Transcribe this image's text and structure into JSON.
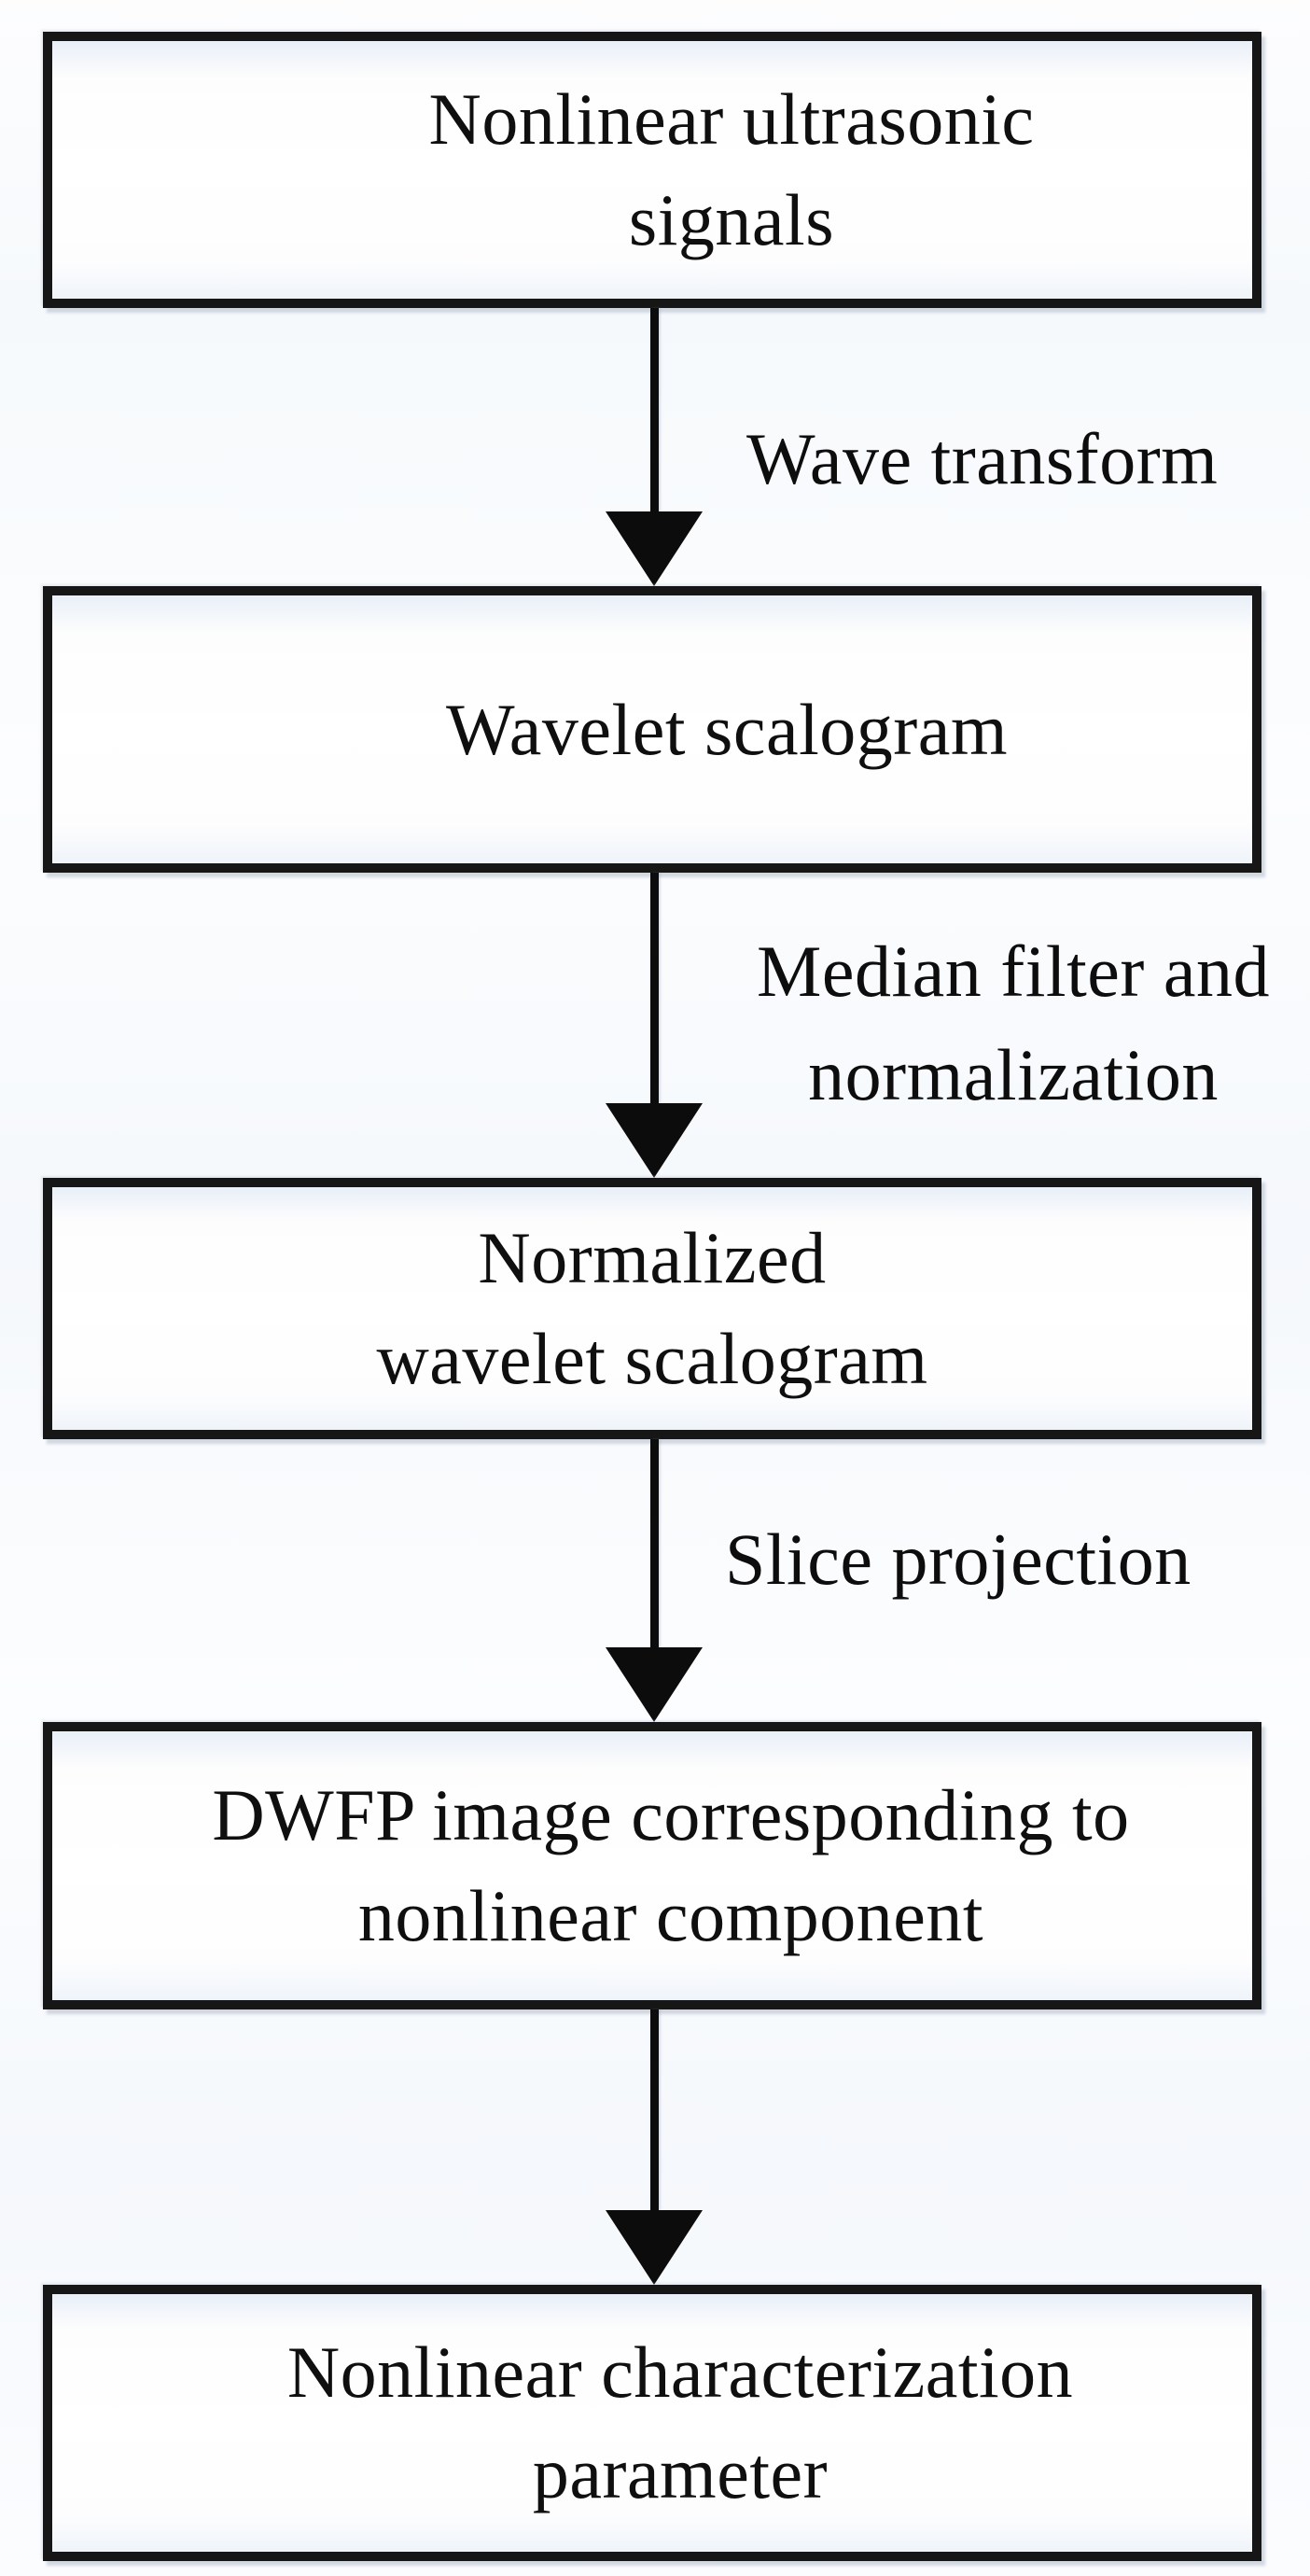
{
  "flowchart": {
    "boxes": [
      {
        "name": "nonlinear-ultrasonic-signals",
        "lines": [
          "Nonlinear ultrasonic",
          "signals"
        ]
      },
      {
        "name": "wavelet-scalogram",
        "lines": [
          "Wavelet scalogram"
        ]
      },
      {
        "name": "normalized-wavelet-scalogram",
        "lines": [
          "Normalized",
          "wavelet scalogram"
        ]
      },
      {
        "name": "dwfp-image-nonlinear-component",
        "lines": [
          "DWFP image corresponding to",
          "nonlinear component"
        ]
      },
      {
        "name": "nonlinear-characterization-parameter",
        "lines": [
          "Nonlinear characterization",
          "parameter"
        ]
      }
    ],
    "arrow_labels": [
      {
        "lines": [
          "Wave transform"
        ]
      },
      {
        "lines": [
          "Median filter and",
          "normalization"
        ]
      },
      {
        "lines": [
          "Slice projection"
        ]
      },
      {
        "lines": []
      }
    ],
    "colors": {
      "box_border": "#161616",
      "arrow": "#0c0c0c",
      "text": "#0f0f0f",
      "box_fill": "#ffffff",
      "page_tint": "#f5f8fc"
    }
  }
}
